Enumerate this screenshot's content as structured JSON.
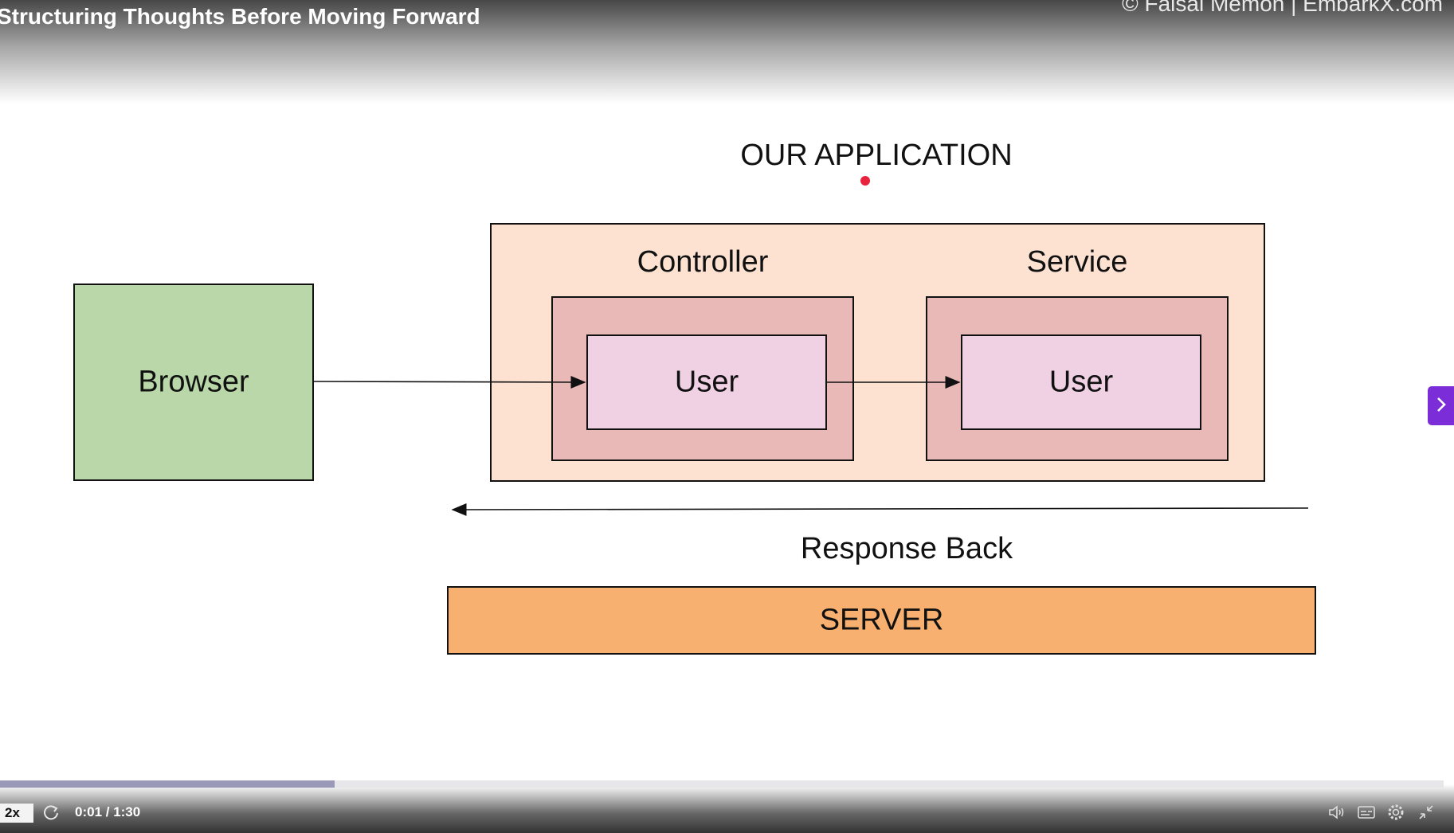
{
  "player": {
    "title": "Structuring Thoughts Before Moving Forward",
    "watermark": "© Faisal Memon | EmbarkX.com",
    "speed_label": "2x",
    "time_label": "0:01 / 1:30",
    "progress_fraction": 0.232,
    "accent_color": "#7b2ed8",
    "icons": [
      "replay-icon",
      "volume-icon",
      "captions-icon",
      "settings-icon",
      "fullscreen-exit-icon",
      "next-chevron-icon"
    ]
  },
  "diagram": {
    "app_title": "OUR APPLICATION",
    "browser_label": "Browser",
    "controller_label": "Controller",
    "service_label": "Service",
    "controller_user_label": "User",
    "service_user_label": "User",
    "response_label": "Response Back",
    "server_label": "SERVER",
    "colors": {
      "browser_fill": "#b9d7a9",
      "app_fill": "#fde2d2",
      "layer_fill": "#e8b9b7",
      "user_fill": "#efd1e3",
      "server_fill": "#f7b06f",
      "marker_dot": "#e8233d"
    }
  }
}
